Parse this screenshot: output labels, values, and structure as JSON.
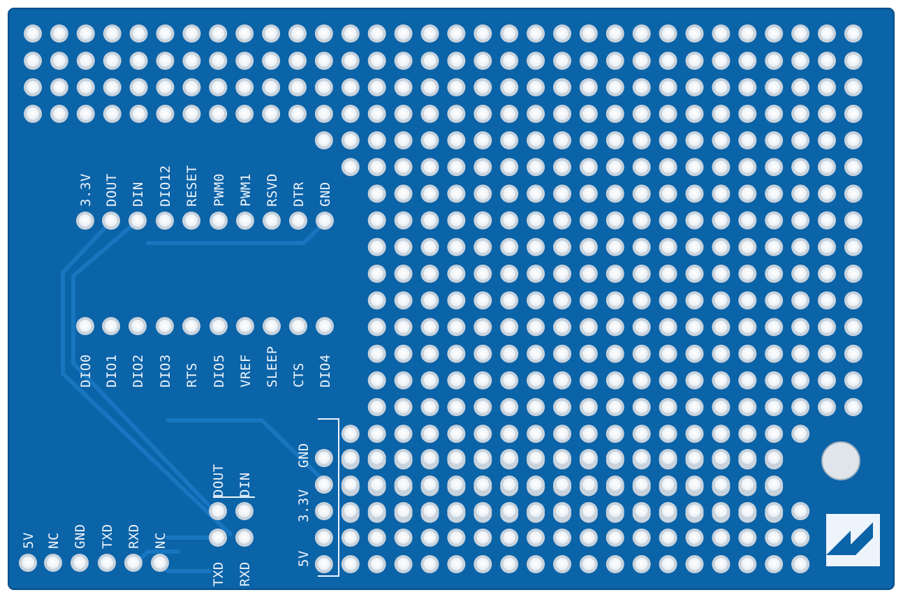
{
  "board": {
    "colors": {
      "pcb": "#0b63a8",
      "pcb_edge": "#0a5a9a",
      "pad": "#c9d3dc",
      "hole": "#f4f8fb",
      "silk": "#eef4fb",
      "trace": "#1470b8"
    },
    "header_top_labels": [
      "3.3V",
      "DOUT",
      "DIN",
      "DIO12",
      "RESET",
      "PWM0",
      "PWM1",
      "RSVD",
      "DTR",
      "GND"
    ],
    "header_bottom_labels": [
      "DIO0",
      "DIO1",
      "DIO2",
      "DIO3",
      "RTS",
      "DIO5",
      "VREF",
      "SLEEP",
      "CTS",
      "DIO4"
    ],
    "ftdi_labels": [
      "5V",
      "NC",
      "GND",
      "TXD",
      "RXD",
      "NC"
    ],
    "serial_labels": {
      "dout": "DOUT",
      "din": "DIN",
      "txd": "TXD",
      "rxd": "RXD"
    },
    "power_rail_labels": [
      "GND",
      "3.3V",
      "5V"
    ],
    "logo_icon": "lightning-bolt-icon"
  }
}
